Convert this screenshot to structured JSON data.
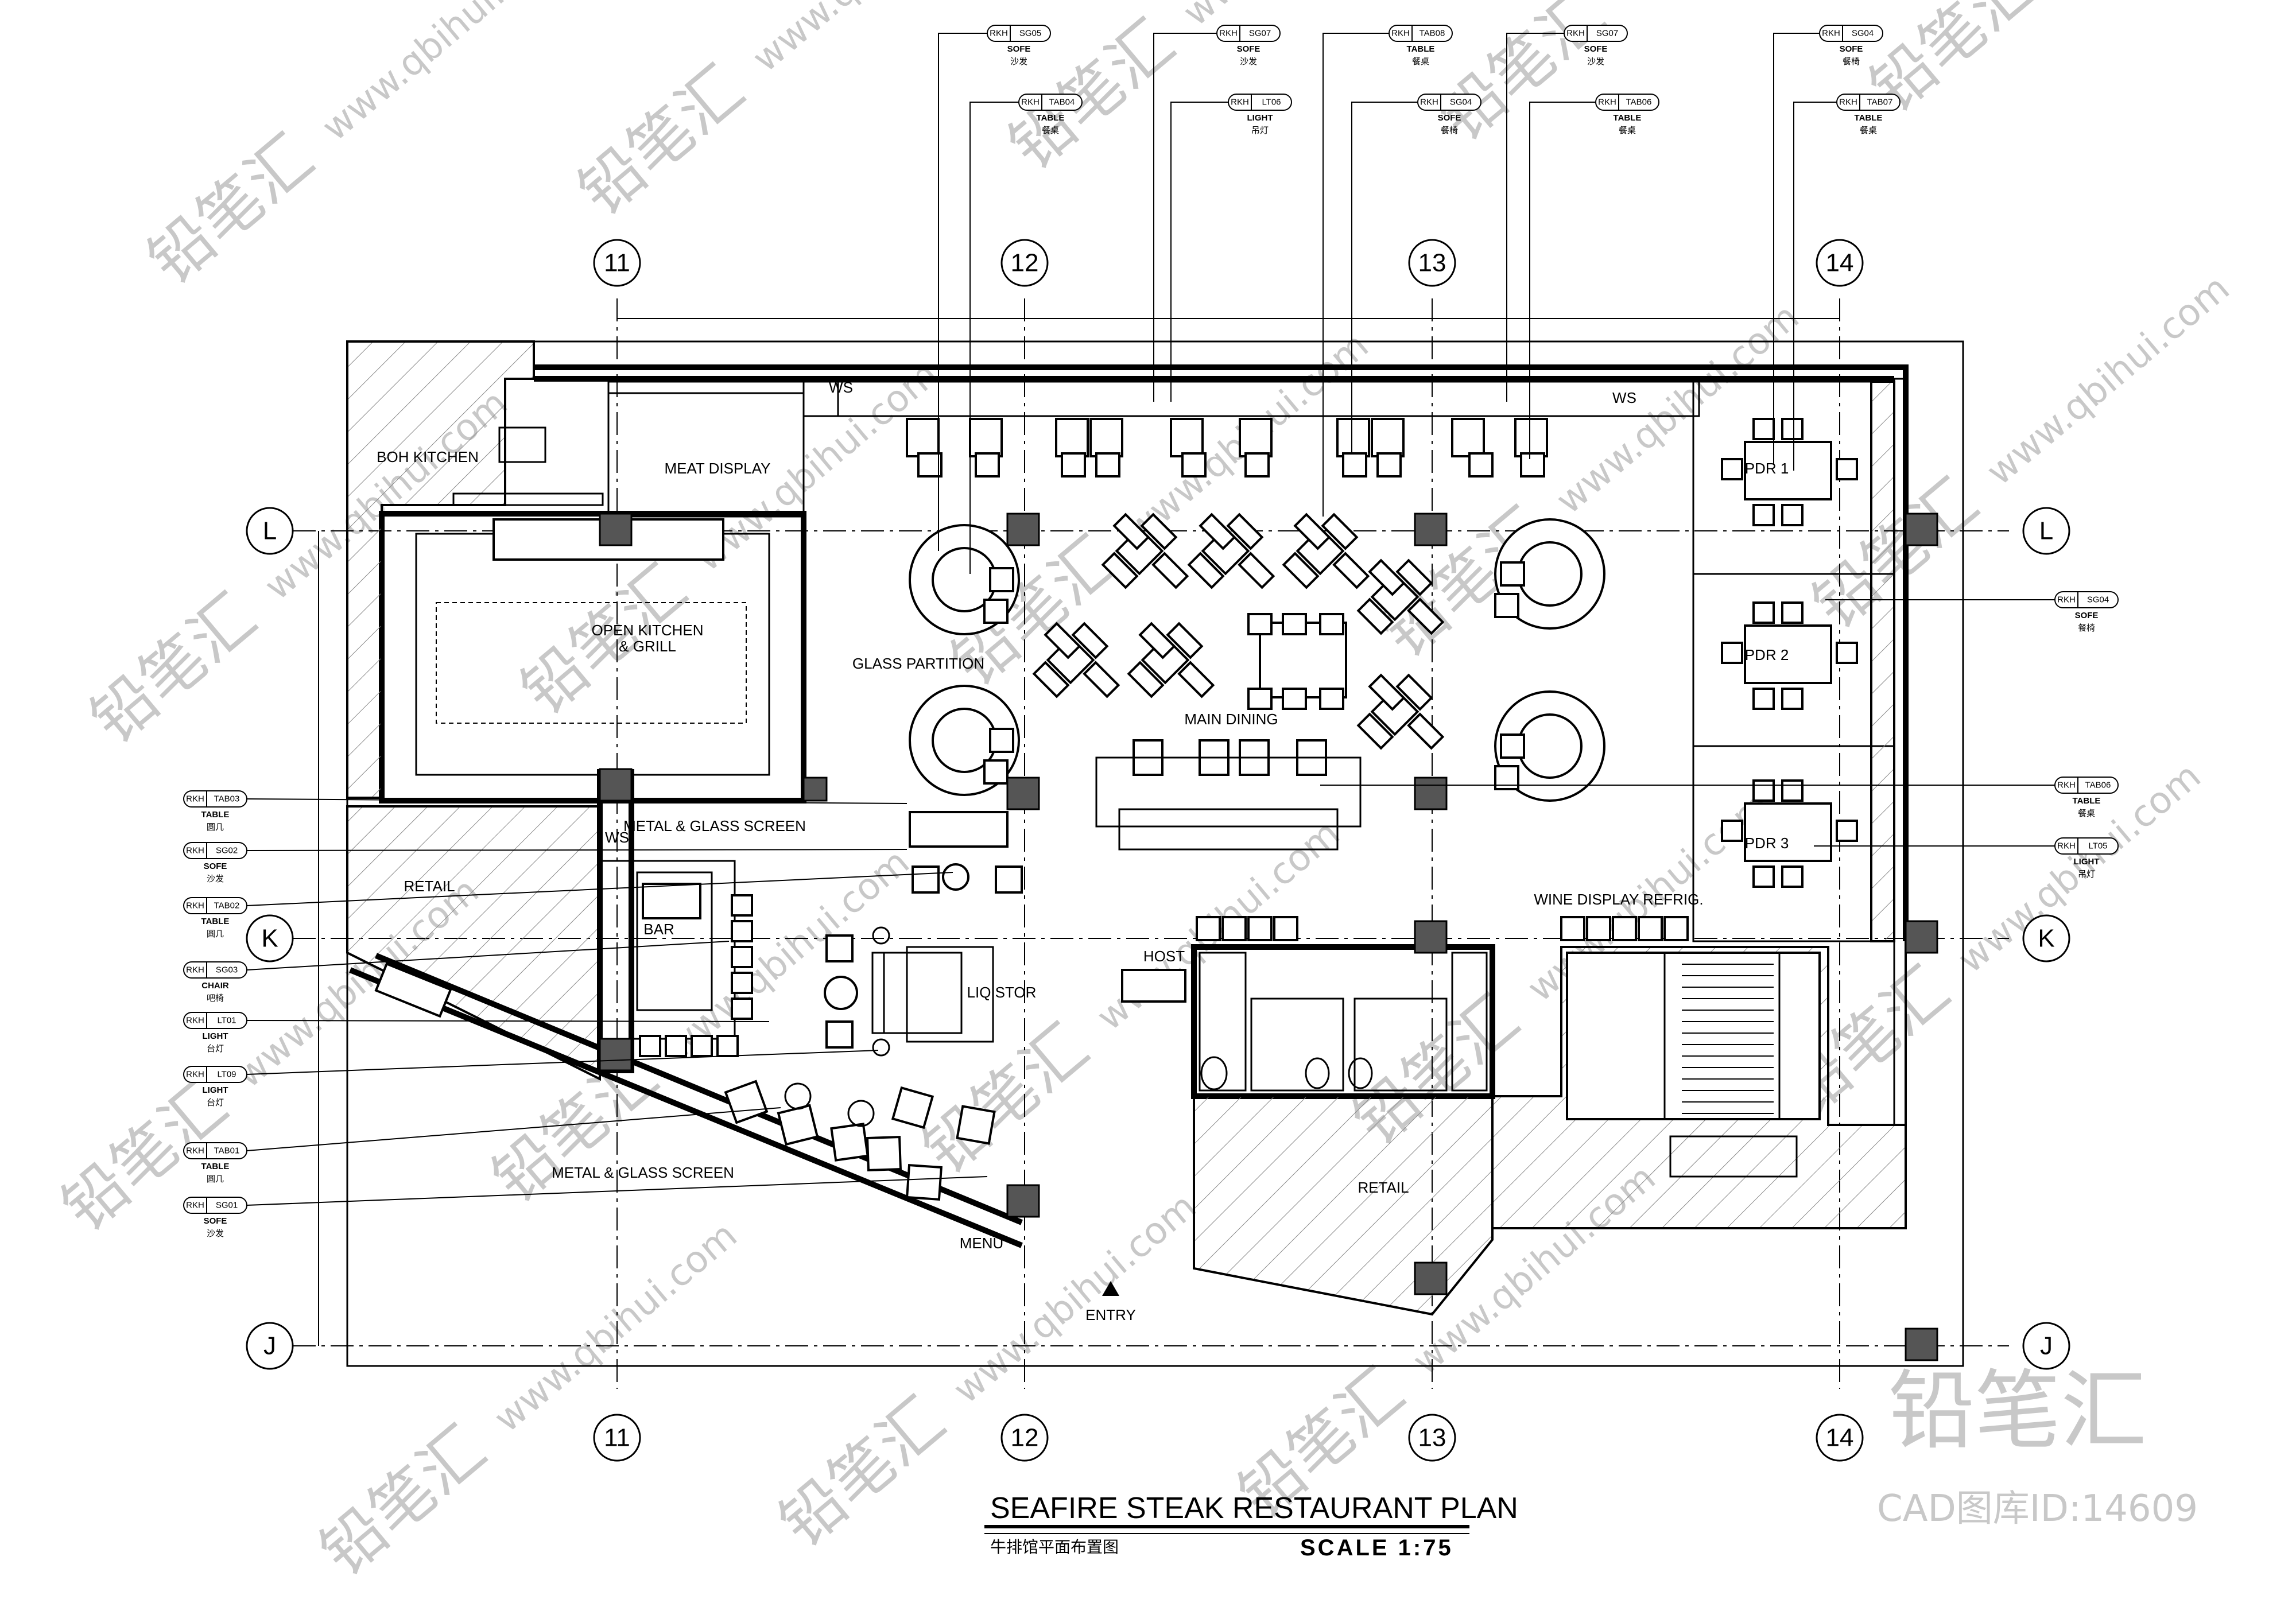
{
  "title": "SEAFIRE STEAK RESTAURANT  PLAN",
  "subtitle": "牛排馆平面布置图",
  "scale": "SCALE 1:75",
  "watermark": {
    "brand": "铅笔汇",
    "site": "www.qbihui.com",
    "id_label": "CAD图库ID:14609"
  },
  "grid_lines": {
    "columns": [
      "11",
      "12",
      "13",
      "14"
    ],
    "rows": [
      "L",
      "K",
      "J"
    ]
  },
  "rooms": [
    {
      "id": "boh-kitchen",
      "label": "BOH KITCHEN"
    },
    {
      "id": "meat-display",
      "label": "MEAT DISPLAY"
    },
    {
      "id": "open-kitchen",
      "label": "OPEN KITCHEN"
    },
    {
      "id": "open-kitchen-2",
      "label": "& GRILL"
    },
    {
      "id": "glass-partition",
      "label": "GLASS PARTITION"
    },
    {
      "id": "main-dining",
      "label": "MAIN DINING"
    },
    {
      "id": "pdr1",
      "label": "PDR 1"
    },
    {
      "id": "pdr2",
      "label": "PDR 2"
    },
    {
      "id": "pdr3",
      "label": "PDR 3"
    },
    {
      "id": "retail-left",
      "label": "RETAIL"
    },
    {
      "id": "bar",
      "label": "BAR"
    },
    {
      "id": "liq-stor",
      "label": "LIQ STOR"
    },
    {
      "id": "host",
      "label": "HOST"
    },
    {
      "id": "retail-bottom",
      "label": "RETAIL"
    },
    {
      "id": "entry",
      "label": "ENTRY"
    },
    {
      "id": "wine-display",
      "label": "WINE DISPLAY REFRIG."
    },
    {
      "id": "metal-glass-1",
      "label": "METAL & GLASS SCREEN"
    },
    {
      "id": "metal-glass-2",
      "label": "METAL & GLASS SCREEN"
    },
    {
      "id": "menu",
      "label": "MENU"
    },
    {
      "id": "ws-1",
      "label": "WS"
    },
    {
      "id": "ws-2",
      "label": "WS"
    },
    {
      "id": "ws-3",
      "label": "WS"
    }
  ],
  "tags_top": [
    {
      "prefix": "RKH",
      "code": "SG05",
      "type": "SOFE",
      "cn": "沙发"
    },
    {
      "prefix": "RKH",
      "code": "TAB04",
      "type": "TABLE",
      "cn": "餐桌"
    },
    {
      "prefix": "RKH",
      "code": "SG07",
      "type": "SOFE",
      "cn": "沙发"
    },
    {
      "prefix": "RKH",
      "code": "LT06",
      "type": "LIGHT",
      "cn": "吊灯"
    },
    {
      "prefix": "RKH",
      "code": "TAB08",
      "type": "TABLE",
      "cn": "餐桌"
    },
    {
      "prefix": "RKH",
      "code": "SG04",
      "type": "SOFE",
      "cn": "餐椅"
    },
    {
      "prefix": "RKH",
      "code": "SG07",
      "type": "SOFE",
      "cn": "沙发"
    },
    {
      "prefix": "RKH",
      "code": "TAB06",
      "type": "TABLE",
      "cn": "餐桌"
    },
    {
      "prefix": "RKH",
      "code": "SG04",
      "type": "SOFE",
      "cn": "餐椅"
    },
    {
      "prefix": "RKH",
      "code": "TAB07",
      "type": "TABLE",
      "cn": "餐桌"
    }
  ],
  "tags_left": [
    {
      "prefix": "RKH",
      "code": "TAB03",
      "type": "TABLE",
      "cn": "圆几"
    },
    {
      "prefix": "RKH",
      "code": "SG02",
      "type": "SOFE",
      "cn": "沙发"
    },
    {
      "prefix": "RKH",
      "code": "TAB02",
      "type": "TABLE",
      "cn": "圆几"
    },
    {
      "prefix": "RKH",
      "code": "SG03",
      "type": "CHAIR",
      "cn": "吧椅"
    },
    {
      "prefix": "RKH",
      "code": "LT01",
      "type": "LIGHT",
      "cn": "台灯"
    },
    {
      "prefix": "RKH",
      "code": "LT09",
      "type": "LIGHT",
      "cn": "台灯"
    },
    {
      "prefix": "RKH",
      "code": "TAB01",
      "type": "TABLE",
      "cn": "圆几"
    },
    {
      "prefix": "RKH",
      "code": "SG01",
      "type": "SOFE",
      "cn": "沙发"
    }
  ],
  "tags_right": [
    {
      "prefix": "RKH",
      "code": "SG04",
      "type": "SOFE",
      "cn": "餐椅"
    },
    {
      "prefix": "RKH",
      "code": "TAB06",
      "type": "TABLE",
      "cn": "餐桌"
    },
    {
      "prefix": "RKH",
      "code": "LT05",
      "type": "LIGHT",
      "cn": "吊灯"
    }
  ]
}
